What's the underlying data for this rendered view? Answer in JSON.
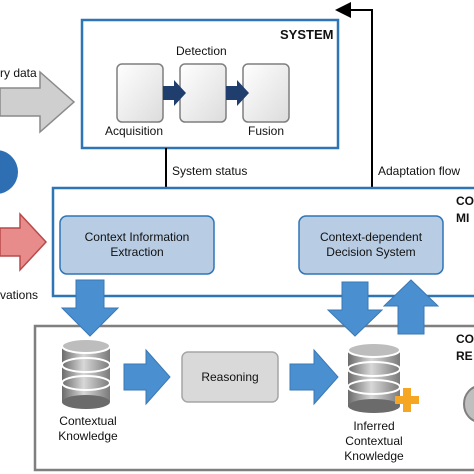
{
  "system": {
    "title": "SYSTEM",
    "steps": [
      "Acquisition",
      "Detection",
      "Fusion"
    ]
  },
  "left_inputs": {
    "top_label_fragment": "ry data",
    "bottom_label_fragment": "vations"
  },
  "flows": {
    "system_status": "System status",
    "adaptation_flow": "Adaptation flow"
  },
  "middle_section": {
    "title_fragment_line1": "CO",
    "title_fragment_line2": "MI",
    "context_extraction": "Context Information\nExtraction",
    "decision_system": "Context-dependent\nDecision System"
  },
  "bottom_section": {
    "title_fragment_line1": "CO",
    "title_fragment_line2": "RE",
    "contextual_knowledge": "Contextual\nKnowledge",
    "reasoning": "Reasoning",
    "inferred_knowledge": "Inferred\nContextual\nKnowledge"
  },
  "colors": {
    "arrow_blue": "#4a90d0",
    "box_blue": "#b8cce4",
    "frame_blue": "#2e75b6",
    "input_red": "#e07878",
    "input_gray": "#c8c8c8",
    "plus_orange": "#f5a623"
  }
}
